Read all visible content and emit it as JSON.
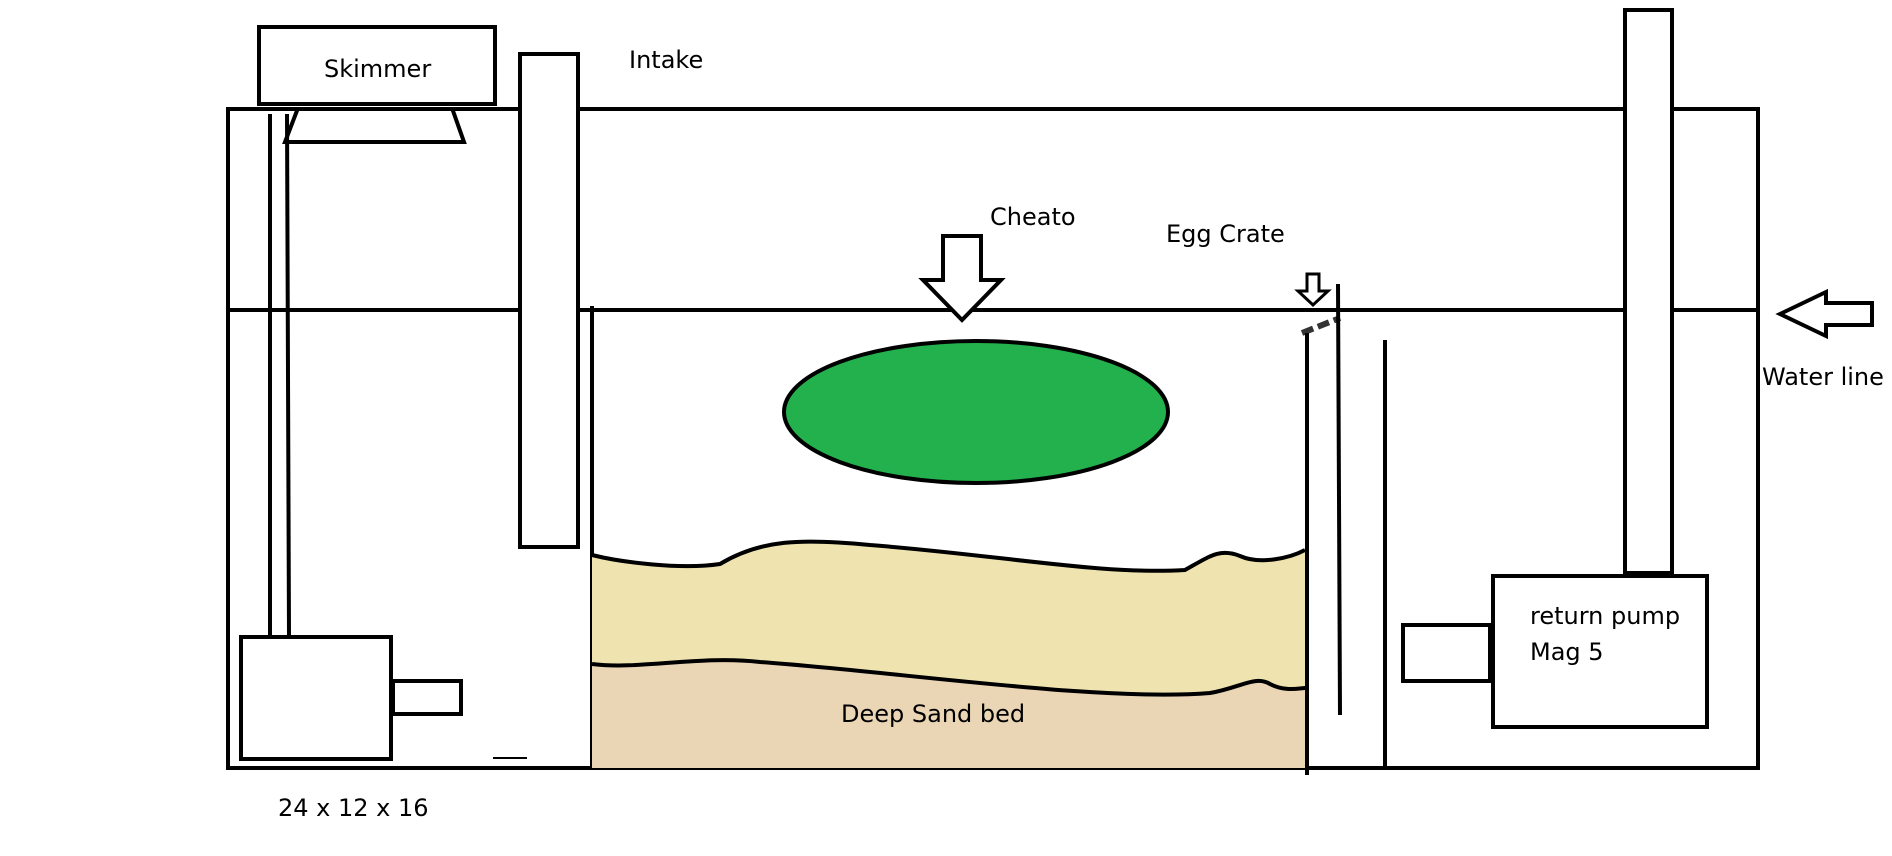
{
  "labels": {
    "skimmer": "Skimmer",
    "intake": "Intake",
    "cheato": "Cheato",
    "egg_crate": "Egg Crate",
    "water_line": "Water line",
    "return_pump_line1": "return pump",
    "return_pump_line2": "Mag 5",
    "deep_sand_bed": "Deep Sand bed",
    "dimensions": "24 x 12 x 16"
  },
  "colors": {
    "outline": "#000000",
    "chaeto_green": "#22b14c",
    "sand_upper": "#efe4b0",
    "sand_lower": "#ead5b5",
    "background": "#ffffff"
  }
}
